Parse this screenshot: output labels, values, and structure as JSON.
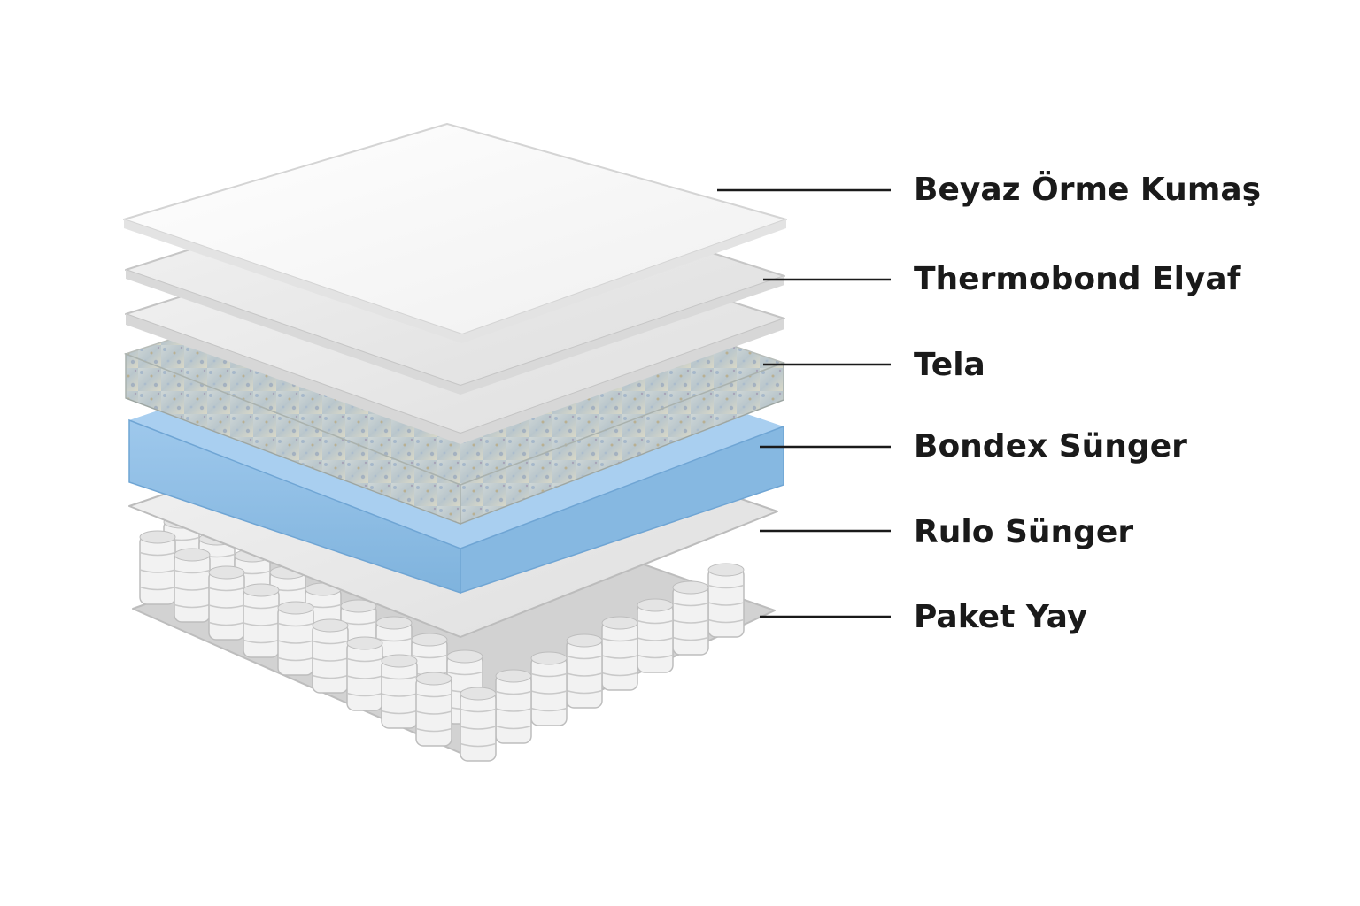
{
  "diagram": {
    "layers": [
      {
        "id": "beyaz-orme-kumas",
        "label": "Beyaz Örme Kumaş",
        "color": "#f4f4f4"
      },
      {
        "id": "thermobond-elyaf",
        "label": "Thermobond Elyaf",
        "color": "#e9e9e9"
      },
      {
        "id": "tela",
        "label": "Tela",
        "color": "#e6e6e6"
      },
      {
        "id": "bondex-sunger",
        "label": "Bondex Sünger",
        "color": "#c9cfc4"
      },
      {
        "id": "rulo-sunger",
        "label": "Rulo Sünger",
        "color": "#8ebde3"
      },
      {
        "id": "paket-yay",
        "label": "Paket Yay",
        "color": "#d6d6d6"
      }
    ],
    "colors": {
      "foam_blue": "#8ebde3",
      "foam_blue_side": "#9cc7ea",
      "sheet_light": "#f4f4f4",
      "sheet_grey": "#e4e4e4",
      "base_grey": "#d3d3d3",
      "spring_white": "#f2f2f2",
      "leader_line": "#1a1a1a"
    }
  }
}
